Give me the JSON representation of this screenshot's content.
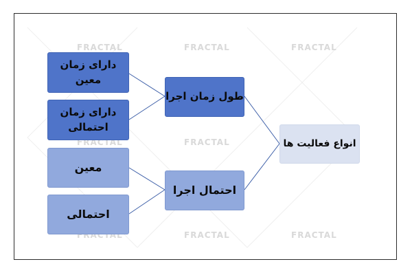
{
  "diagram": {
    "root": "انواع فعالیت ها",
    "branches": [
      {
        "label": "طول زمان اجرا",
        "children": [
          "دارای زمان معین",
          "دارای زمان احتمالی"
        ]
      },
      {
        "label": "احتمال اجرا",
        "children": [
          "معین",
          "احتمالی"
        ]
      }
    ]
  },
  "watermark": "FRACTAL",
  "colors": {
    "dark_box": "#4f74c9",
    "light_box": "#91a9dd",
    "root_box": "#dbe2f1",
    "connector": "#3d5fa8",
    "frame": "#2b2b2b"
  }
}
